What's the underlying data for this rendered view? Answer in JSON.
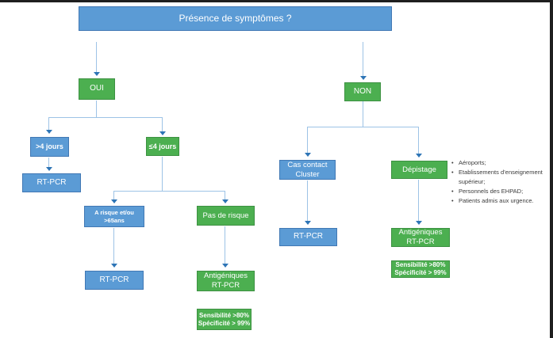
{
  "colors": {
    "node_blue": "#5B9BD5",
    "node_blue_border": "#4178B4",
    "node_green": "#4CAF50",
    "node_green_border": "#3D9142",
    "connector_line": "#9DC3E6",
    "connector_arrowhead": "#2E75B6",
    "frame_bar": "#1F1F1F",
    "notes_text": "#3B3B3B"
  },
  "nodes": {
    "title": {
      "label": "Présence de symptômes ?"
    },
    "oui": {
      "label": "OUI"
    },
    "non": {
      "label": "NON"
    },
    "gt4jours": {
      "label": ">4 jours"
    },
    "le4jours": {
      "label": "≤4 jours"
    },
    "rtpcr_gt4": {
      "label": "RT-PCR"
    },
    "a_risque": {
      "line1": "A risque et/ou",
      "line2": ">65ans"
    },
    "pas_de_risque": {
      "label": "Pas de risque"
    },
    "rtpcr_risque": {
      "label": "RT-PCR"
    },
    "antigeniques_left": {
      "line1": "Antigéniques",
      "line2": "RT-PCR"
    },
    "sens_spec_left": {
      "line1": "Sensibilité >80%",
      "line2": "Spécificité > 99%"
    },
    "cas_contact": {
      "line1": "Cas contact",
      "line2": "Cluster"
    },
    "depistage": {
      "label": "Dépistage"
    },
    "rtpcr_contact": {
      "label": "RT-PCR"
    },
    "antigeniques_right": {
      "line1": "Antigéniques",
      "line2": "RT-PCR"
    },
    "sens_spec_right": {
      "line1": "Sensibilité >80%",
      "line2": "Spécificité > 99%"
    }
  },
  "notes": {
    "items": [
      "Aéroports;",
      "Etablissements d’enseignement supérieur;",
      "Personnels des EHPAD;",
      "Patients admis aux urgence."
    ]
  }
}
